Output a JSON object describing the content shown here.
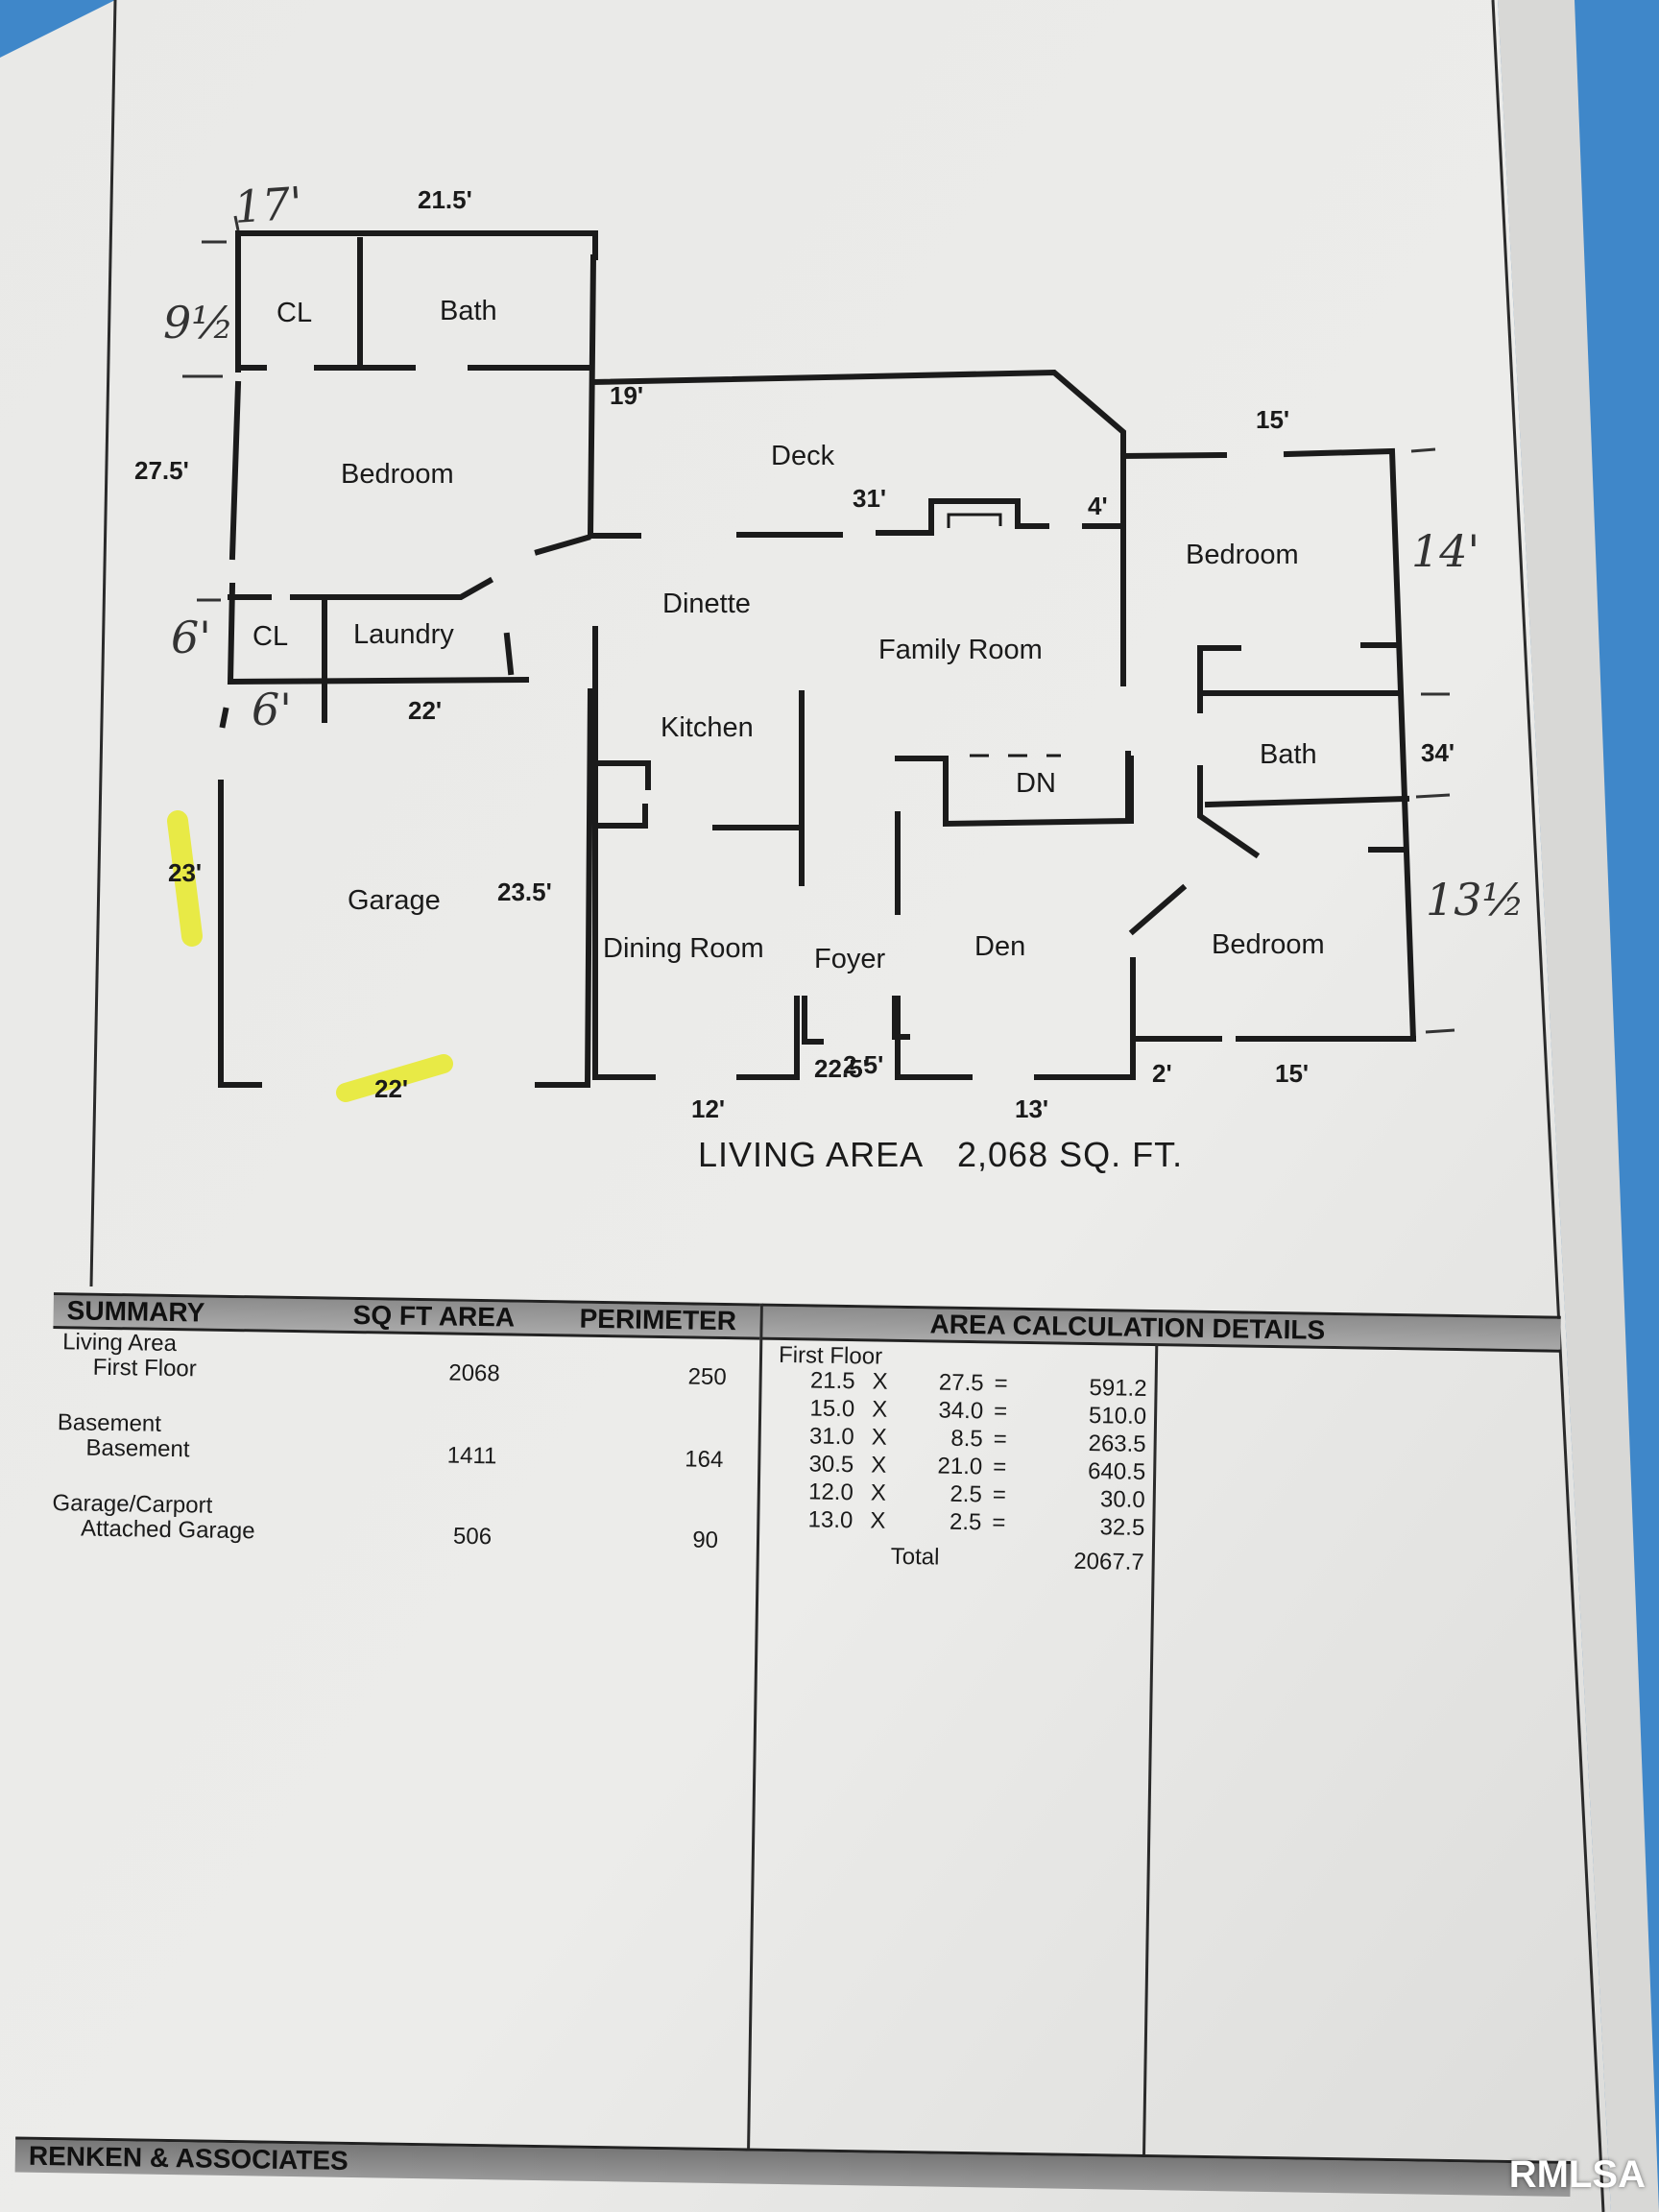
{
  "colors": {
    "paper": "#ebebea",
    "ink": "#1b1b1b",
    "highlight": "#e8ea2a",
    "backdrop": "#3f87c9"
  },
  "floorplan": {
    "rooms": {
      "cl_top": "CL",
      "bath_top": "Bath",
      "bedroom_left": "Bedroom",
      "cl_laundry": "CL",
      "laundry": "Laundry",
      "deck": "Deck",
      "dinette": "Dinette",
      "family_room": "Family Room",
      "kitchen": "Kitchen",
      "dn": "DN",
      "garage": "Garage",
      "dining_room": "Dining Room",
      "foyer": "Foyer",
      "den": "Den",
      "bedroom_right_top": "Bedroom",
      "bath_right": "Bath",
      "bedroom_right_bottom": "Bedroom"
    },
    "dimensions": {
      "top_width": "21.5'",
      "left_height": "27.5'",
      "deck_left": "19'",
      "deck_bottom": "31'",
      "deck_right": "4'",
      "right_top": "15'",
      "right_height": "34'",
      "garage_top": "22'",
      "garage_left": "23'",
      "garage_right": "23.5'",
      "garage_bottom": "22'",
      "dining_bottom": "12'",
      "foyer_bottom": "22.5'",
      "foyer_bottom_b": "2.5'",
      "den_bottom": "13'",
      "step_bottom": "2'",
      "right_bottom": "15'"
    },
    "handwritten": {
      "top": "17'",
      "bath_height": "9½",
      "laundry_height": "6'",
      "laundry_width": "6'",
      "bedroom_right_top": "14'",
      "bedroom_right_bottom": "13½"
    },
    "living_area_label": "LIVING AREA",
    "living_area_value": "2,068 SQ. FT."
  },
  "summary": {
    "headers": {
      "summary": "SUMMARY",
      "sqft": "SQ FT AREA",
      "perimeter": "PERIMETER",
      "details": "AREA CALCULATION DETAILS"
    },
    "groups": [
      {
        "category": "Living Area",
        "item": "First Floor",
        "area": "2068",
        "perimeter": "250"
      },
      {
        "category": "Basement",
        "item": "Basement",
        "area": "1411",
        "perimeter": "164"
      },
      {
        "category": "Garage/Carport",
        "item": "Attached Garage",
        "area": "506",
        "perimeter": "90"
      }
    ],
    "details_title": "First Floor",
    "calc_rows": [
      {
        "a": "21.5",
        "x": "X",
        "b": "27.5",
        "eq": "=",
        "result": "591.2"
      },
      {
        "a": "15.0",
        "x": "X",
        "b": "34.0",
        "eq": "=",
        "result": "510.0"
      },
      {
        "a": "31.0",
        "x": "X",
        "b": "8.5",
        "eq": "=",
        "result": "263.5"
      },
      {
        "a": "30.5",
        "x": "X",
        "b": "21.0",
        "eq": "=",
        "result": "640.5"
      },
      {
        "a": "12.0",
        "x": "X",
        "b": "2.5",
        "eq": "=",
        "result": "30.0"
      },
      {
        "a": "13.0",
        "x": "X",
        "b": "2.5",
        "eq": "=",
        "result": "32.5"
      }
    ],
    "total_label": "Total",
    "total_value": "2067.7",
    "footer": "RENKEN & ASSOCIATES"
  },
  "watermark": "RMLSA"
}
